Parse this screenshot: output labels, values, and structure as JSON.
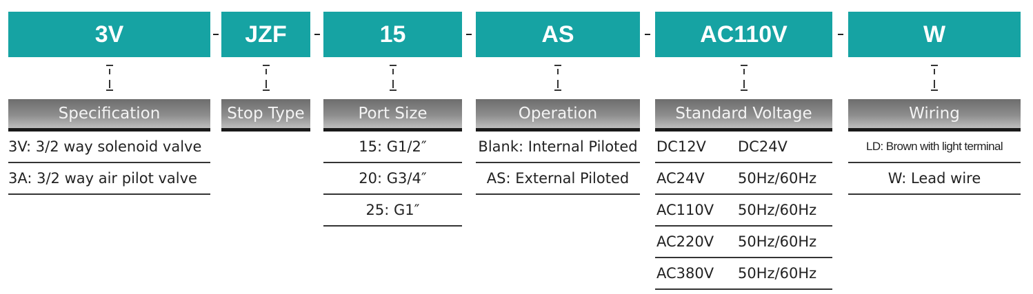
{
  "columns": [
    {
      "code": "3V",
      "title": "Specification",
      "rows": [
        "3V: 3/2 way solenoid valve",
        "3A: 3/2 way air pilot valve"
      ]
    },
    {
      "code": "JZF",
      "title": "Stop Type",
      "rows": []
    },
    {
      "code": "15",
      "title": "Port Size",
      "rows": [
        "15: G1/2″",
        "20: G3/4″",
        "25: G1″"
      ]
    },
    {
      "code": "AS",
      "title": "Operation",
      "rows": [
        "Blank: Internal Piloted",
        "AS: External Piloted"
      ]
    },
    {
      "code": "AC110V",
      "title": "Standard Voltage",
      "rows": [
        [
          "DC12V",
          "DC24V"
        ],
        [
          "AC24V",
          "50Hz/60Hz"
        ],
        [
          "AC110V",
          "50Hz/60Hz"
        ],
        [
          "AC220V",
          "50Hz/60Hz"
        ],
        [
          "AC380V",
          "50Hz/60Hz"
        ]
      ]
    },
    {
      "code": "W",
      "title": "Wiring",
      "rows": [
        "LD: Brown with light terminal",
        "W: Lead wire"
      ]
    }
  ],
  "separator": "-",
  "colors": {
    "code_bg": "#16a3a3",
    "header_bg": "#7a7a7a"
  }
}
